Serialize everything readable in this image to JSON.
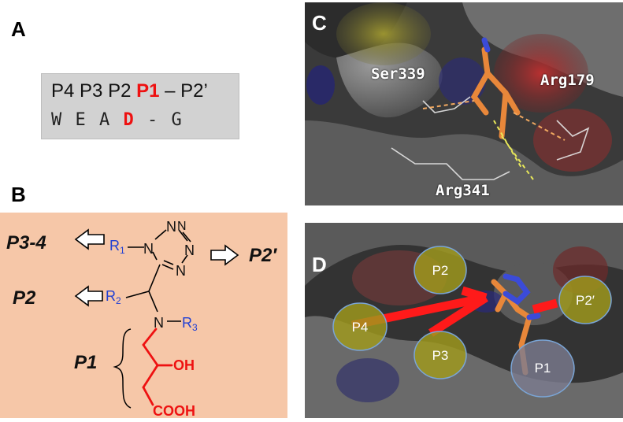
{
  "panel_letters": {
    "a": "A",
    "b": "B",
    "c": "C",
    "d": "D"
  },
  "panel_a": {
    "pos_p4": "P4",
    "pos_p3": "P3",
    "pos_p2": "P2",
    "pos_p1": "P1",
    "dash": "–",
    "pos_p2p": "P2’",
    "res_w": "W",
    "res_e": "E",
    "res_a": "A",
    "res_d": "D",
    "res_dash": "-",
    "res_g": "G"
  },
  "panel_b": {
    "p34": "P3-4",
    "p2": "P2",
    "p1": "P1",
    "p2p": "P2′",
    "r1": "R",
    "r1_sub": "1",
    "r2": "R",
    "r2_sub": "2",
    "r3": "R",
    "r3_sub": "3",
    "n_tet_top1": "N",
    "n_tet_top2": "N",
    "n_tet_right": "N",
    "n_tet_bottom": "N",
    "n_tet_r1": "N",
    "n_amine": "N",
    "oh": "OH",
    "cooh": "COOH",
    "colors": {
      "backbone": "#000000",
      "p1_group": "#ee1111",
      "r_groups": "#1f3fd4"
    }
  },
  "panel_c": {
    "ser339": "Ser339",
    "arg179": "Arg179",
    "arg341": "Arg341"
  },
  "panel_d": {
    "p2": "P2",
    "p4": "P4",
    "p3": "P3",
    "p1": "P1",
    "p2p": "P2′"
  }
}
